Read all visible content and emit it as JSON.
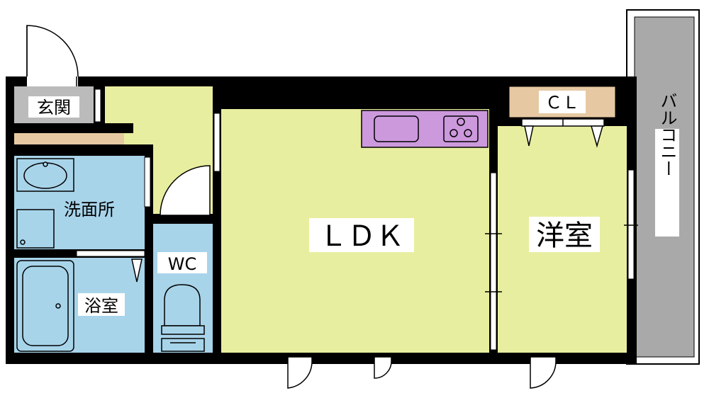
{
  "rooms": {
    "genkan": "玄関",
    "senmenjo": "洗面所",
    "yokushitsu": "浴室",
    "wc": "WC",
    "ldk": "ＬＤＫ",
    "youshitsu": "洋室",
    "closet": "ＣＬ",
    "balcony": "バルコニー"
  },
  "colors": {
    "wall": "#000000",
    "ldk_floor": "#e8ee9f",
    "wet_area": "#a8d4ea",
    "kitchen": "#cc99dd",
    "closet": "#e6c9a3",
    "balcony": "#a9a9a9",
    "genkan": "#bbbbbb"
  }
}
